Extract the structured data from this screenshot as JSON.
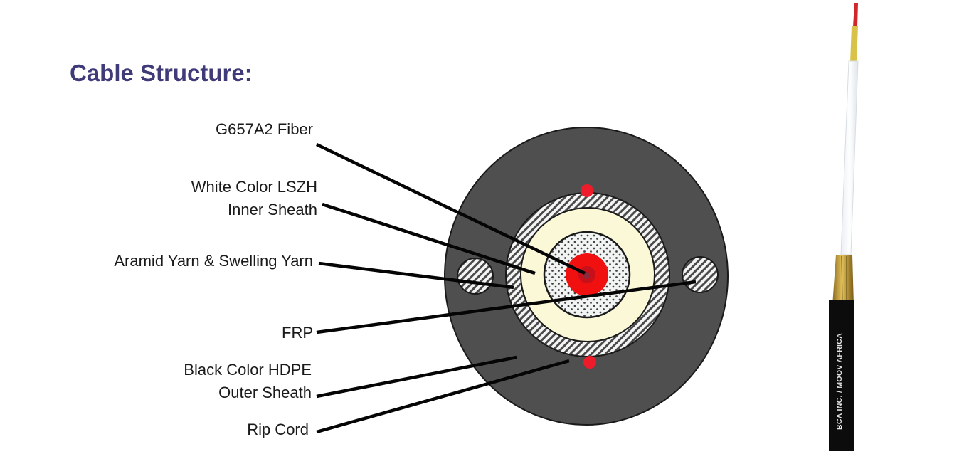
{
  "title": "Cable Structure:",
  "labels": {
    "fiber": "G657A2 Fiber",
    "inner_sheath_line1": "White Color LSZH",
    "inner_sheath_line2": "Inner Sheath",
    "aramid": "Aramid Yarn & Swelling Yarn",
    "frp": "FRP",
    "outer_sheath_line1": "Black Color HDPE",
    "outer_sheath_line2": "Outer Sheath",
    "rip_cord": "Rip Cord"
  },
  "cable_photo": {
    "jacket_print": "BCA INC. / MOOV AFRICA"
  },
  "colors": {
    "title": "#3f3a78",
    "outer_sheath": "#4f4f4f",
    "inner_sheath": "#fbf8d8",
    "fiber": "#f01010",
    "rip_cord": "#ee1b2b",
    "jacket": "#0c0c0c",
    "aramid_gold": "#c9a53a"
  }
}
